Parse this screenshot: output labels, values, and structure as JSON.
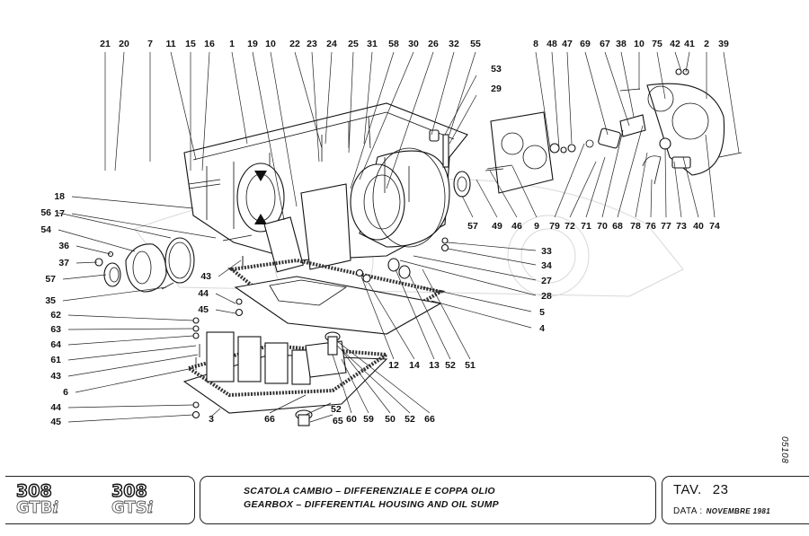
{
  "diagram": {
    "type": "exploded-parts-view",
    "callouts_top_row": [
      "21",
      "20",
      "7",
      "11",
      "15",
      "16",
      "1",
      "19",
      "10",
      "22",
      "23",
      "24",
      "25",
      "31",
      "58",
      "30",
      "26",
      "32",
      "55",
      "8",
      "48",
      "47",
      "69",
      "67",
      "38",
      "10",
      "75",
      "42",
      "41",
      "2",
      "39"
    ],
    "callouts_right_upper": [
      "53",
      "29"
    ],
    "callouts_mid_row": [
      "57",
      "49",
      "46",
      "9",
      "79",
      "72",
      "71",
      "70",
      "68",
      "78",
      "76",
      "77",
      "73",
      "40",
      "74"
    ],
    "callouts_right_column": [
      "33",
      "34",
      "27",
      "28",
      "5",
      "4"
    ],
    "callouts_left_column": [
      "18",
      "17",
      "56",
      "54",
      "36",
      "37",
      "57",
      "35",
      "43",
      "44",
      "45",
      "62",
      "63",
      "64",
      "61",
      "43",
      "6",
      "44",
      "45",
      "3"
    ],
    "callouts_bottom_row": [
      "12",
      "14",
      "13",
      "52",
      "51",
      "66",
      "52",
      "65",
      "60",
      "59",
      "50",
      "52",
      "66"
    ],
    "reference_code": "05108"
  },
  "title_block": {
    "logo": {
      "model1_number": "308",
      "model1_name": "GTB",
      "model1_suffix": "i",
      "model2_number": "308",
      "model2_name": "GTS",
      "model2_suffix": "i"
    },
    "title_it": "SCATOLA CAMBIO – DIFFERENZIALE E COPPA OLIO",
    "title_en": "GEARBOX – DIFFERENTIAL HOUSING AND OIL SUMP",
    "tav_label": "TAV.",
    "tav_number": "23",
    "data_label": "DATA  :",
    "data_value": "NOVEMBRE 1981"
  }
}
